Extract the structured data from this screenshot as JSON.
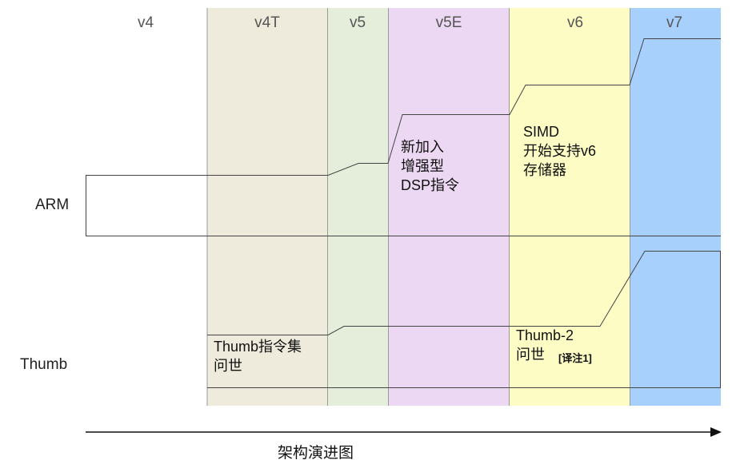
{
  "versions": [
    {
      "key": "v4",
      "label": "v4",
      "color": "#ffffff"
    },
    {
      "key": "v4t",
      "label": "v4T",
      "color": "#efebdc"
    },
    {
      "key": "v5",
      "label": "v5",
      "color": "#e4eeda"
    },
    {
      "key": "v5e",
      "label": "v5E",
      "color": "#ecd8f2"
    },
    {
      "key": "v6",
      "label": "v6",
      "color": "#fcfcc4"
    },
    {
      "key": "v7",
      "label": "v7",
      "color": "#a8d0fc"
    }
  ],
  "rows": {
    "arm": "ARM",
    "thumb": "Thumb"
  },
  "notes": {
    "v5e_arm": "新加入\n增强型\nDSP指令",
    "v6_arm": "SIMD\n开始支持v6\n存储器",
    "v4t_thumb": "Thumb指令集\n问世",
    "v6_thumb": "Thumb-2\n问世",
    "v6_thumb_footnote": "[译注1]"
  },
  "caption": "架构演进图",
  "colors": {
    "line": "#444444",
    "arrow": "#111111",
    "v7_band": "#a8d0fc"
  }
}
